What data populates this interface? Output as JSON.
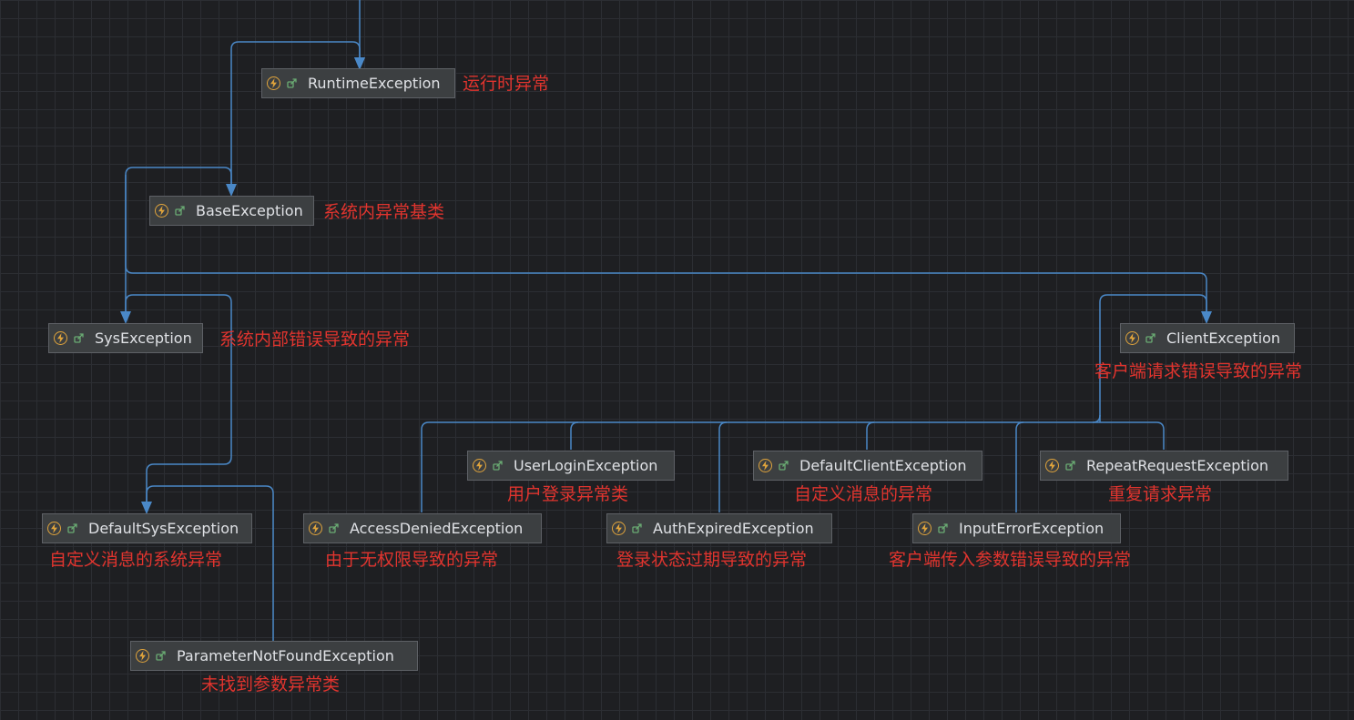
{
  "colors": {
    "background": "#1e1f22",
    "grid": "#2c2e33",
    "node_bg": "#3c3f41",
    "node_border": "#5e6166",
    "node_text": "#dfe1e5",
    "annotation": "#e0342e",
    "edge": "#4a88c7",
    "class_icon": "#e0a43c",
    "public_icon": "#6aab73"
  },
  "node_icons": [
    "exception-class-icon",
    "public-modifier-icon"
  ],
  "nodes": {
    "runtime": {
      "label": "RuntimeException",
      "note": "运行时异常"
    },
    "base": {
      "label": "BaseException",
      "note": "系统内异常基类"
    },
    "sys": {
      "label": "SysException",
      "note": "系统内部错误导致的异常"
    },
    "client": {
      "label": "ClientException",
      "note": "客户端请求错误导致的异常"
    },
    "default_sys": {
      "label": "DefaultSysException",
      "note": "自定义消息的系统异常"
    },
    "param_not_found": {
      "label": "ParameterNotFoundException",
      "note": "未找到参数异常类"
    },
    "user_login": {
      "label": "UserLoginException",
      "note": "用户登录异常类"
    },
    "default_client": {
      "label": "DefaultClientException",
      "note": "自定义消息的异常"
    },
    "repeat_request": {
      "label": "RepeatRequestException",
      "note": "重复请求异常"
    },
    "access_denied": {
      "label": "AccessDeniedException",
      "note": "由于无权限导致的异常"
    },
    "auth_expired": {
      "label": "AuthExpiredException",
      "note": "登录状态过期导致的异常"
    },
    "input_error": {
      "label": "InputErrorException",
      "note": "客户端传入参数错误导致的异常"
    }
  }
}
